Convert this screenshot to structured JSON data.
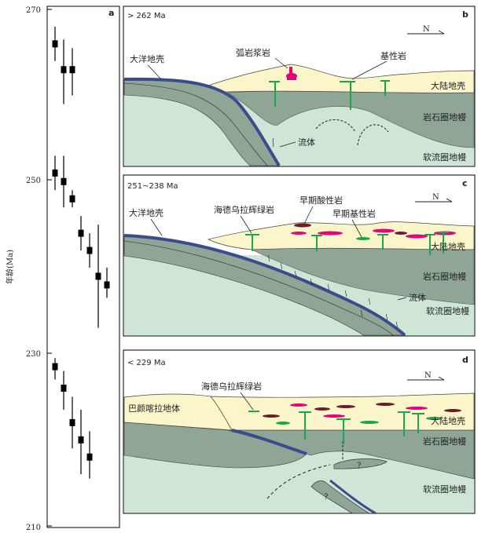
{
  "panel_a": {
    "letter": "a",
    "y_axis_label": "年龄(Ma)",
    "y_ticks": [
      "270",
      "250",
      "230",
      "210"
    ],
    "ylim": [
      210,
      270
    ],
    "ages": [
      {
        "age": 266.0,
        "err_low": 264.0,
        "err_high": 268.0
      },
      {
        "age": 263.0,
        "err_low": 259.0,
        "err_high": 266.5
      },
      {
        "age": 263.0,
        "err_low": 260.0,
        "err_high": 265.5
      },
      {
        "age": 251.0,
        "err_low": 249.0,
        "err_high": 253.0
      },
      {
        "age": 250.0,
        "err_low": 247.0,
        "err_high": 253.0
      },
      {
        "age": 248.0,
        "err_low": 247.0,
        "err_high": 249.0
      },
      {
        "age": 244.0,
        "err_low": 242.0,
        "err_high": 246.0
      },
      {
        "age": 242.0,
        "err_low": 240.0,
        "err_high": 244.0
      },
      {
        "age": 239.0,
        "err_low": 233.0,
        "err_high": 245.0
      },
      {
        "age": 238.0,
        "err_low": 236.5,
        "err_high": 240.0
      },
      {
        "age": 228.5,
        "err_low": 227.0,
        "err_high": 229.5
      },
      {
        "age": 226.0,
        "err_low": 223.5,
        "err_high": 228.0
      },
      {
        "age": 222.0,
        "err_low": 219.0,
        "err_high": 225.0
      },
      {
        "age": 220.0,
        "err_low": 216.0,
        "err_high": 223.5
      },
      {
        "age": 218.0,
        "err_low": 215.5,
        "err_high": 221.0
      }
    ]
  },
  "panel_b": {
    "letter": "b",
    "age": "> 262 Ma",
    "north": "N",
    "labels": {
      "oceanic_crust": "大洋地壳",
      "arc_magma": "弧岩浆岩",
      "mafic_rock": "基性岩",
      "continental_crust": "大陆地壳",
      "lithospheric_mantle": "岩石圈地幔",
      "fluid": "流体",
      "asthenospheric_mantle": "软流圈地幔"
    }
  },
  "panel_c": {
    "letter": "c",
    "age": "251~238 Ma",
    "north": "N",
    "labels": {
      "oceanic_crust": "大洋地壳",
      "hadelaqi_gabbro": "海德乌拉辉绿岩",
      "early_felsic": "早期酸性岩",
      "early_mafic": "早期基性岩",
      "continental_crust": "大陆地壳",
      "lithospheric_mantle": "岩石圈地幔",
      "fluid": "流体",
      "asthenospheric_mantle": "软流圈地幔"
    }
  },
  "panel_d": {
    "letter": "d",
    "age": "< 229 Ma",
    "north": "N",
    "labels": {
      "bayankala_block": "巴颜喀拉地体",
      "hadelaqi_gabbro": "海德乌拉辉绿岩",
      "continental_crust": "大陆地壳",
      "lithospheric_mantle": "岩石圈地幔",
      "asthenospheric_mantle": "软流圈地幔",
      "unknown_1": "?",
      "unknown_2": "?"
    }
  },
  "colors": {
    "asthenosphere": "#cfe6d6",
    "lithosphere": "#8fa596",
    "crust": "#fbf6c9",
    "ocean_crust": "#3b4c8c",
    "magenta": "#e8007e",
    "green": "#1aa64a",
    "dark_red": "#6d1b2e"
  }
}
